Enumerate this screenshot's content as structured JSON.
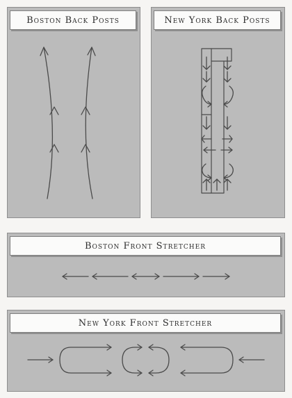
{
  "panels": {
    "boston_back_posts": {
      "title": "Boston Back Posts"
    },
    "new_york_back_posts": {
      "title": "New York Back Posts"
    },
    "boston_front_stretcher": {
      "title": "Boston Front Stretcher"
    },
    "new_york_front_stretcher": {
      "title": "New York Front Stretcher"
    }
  },
  "colors": {
    "page_background": "#f6f5f3",
    "panel_fill": "#bbbbbb",
    "title_box_fill": "#fbfbfa",
    "line": "#4a4a4a"
  }
}
